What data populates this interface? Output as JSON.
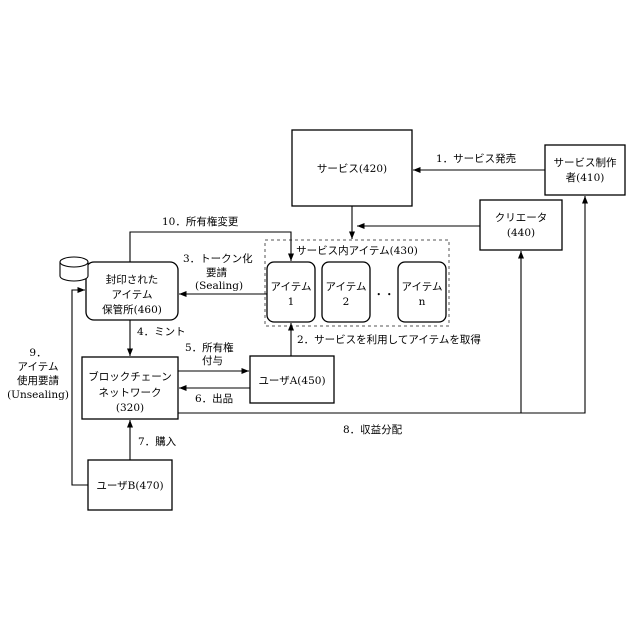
{
  "nodes": {
    "service": "サービス(420)",
    "producer": [
      "サービス制作",
      "者(410)"
    ],
    "creator": [
      "クリエータ",
      "(440)"
    ],
    "items_group": "サービス内アイテム(430)",
    "item1": [
      "アイテム",
      "1"
    ],
    "item2": [
      "アイテム",
      "2"
    ],
    "itemn": [
      "アイテム",
      "n"
    ],
    "ellipsis": "・・",
    "storage": [
      "封印された",
      "アイテム",
      "保管所(460)"
    ],
    "blockchain": [
      "ブロックチェーン",
      "ネットワーク",
      "(320)"
    ],
    "user_a": "ユーザA(450)",
    "user_b": "ユーザB(470)"
  },
  "edges": {
    "e1": "1．サービス発売",
    "e2": "2．サービスを利用してアイテムを取得",
    "e3": [
      "3．トークン化",
      "要請",
      "(Sealing)"
    ],
    "e4": "4．ミント",
    "e5": [
      "5．所有権",
      "付与"
    ],
    "e6": "6．出品",
    "e7": "7．購入",
    "e8": "8．収益分配",
    "e9": [
      "9．",
      "アイテム",
      "使用要請",
      "(Unsealing)"
    ],
    "e10": "10．所有権変更"
  }
}
